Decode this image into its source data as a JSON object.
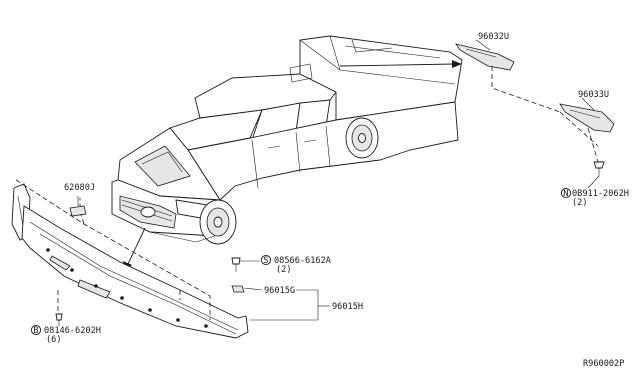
{
  "labels": {
    "p96032u": "96032U",
    "p96033u": "96033U",
    "p62080j": "62080J",
    "p08911_2062h": "0B911-2062H",
    "p08911_qty": "(2)",
    "p08566_6162a": "08566-6162A",
    "p08566_qty": "(2)",
    "p96015g": "96015G",
    "p96015h": "96015H",
    "p08146_6202h": "08146-6202H",
    "p08146_qty": "(6)",
    "ref": "R960002P"
  },
  "callout_letters": {
    "n": "N",
    "s": "S",
    "b": "B"
  }
}
